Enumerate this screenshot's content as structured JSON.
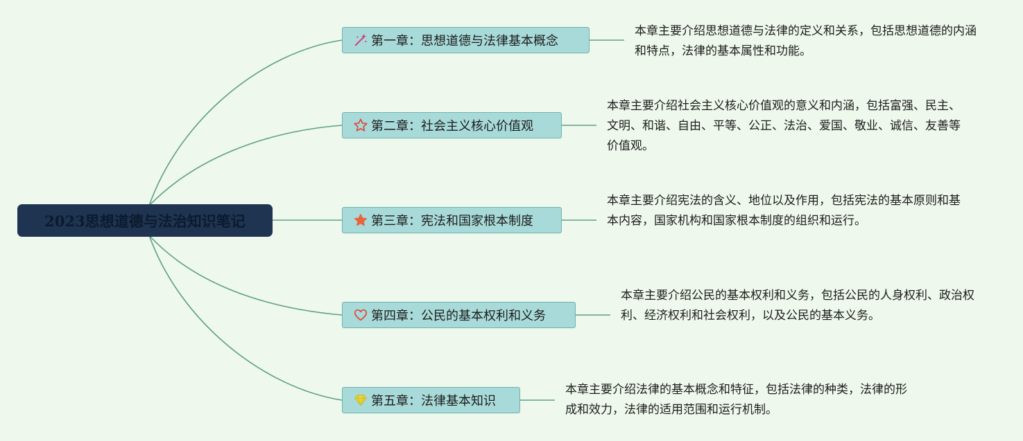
{
  "root": {
    "title": "2023思想道德与法治知识笔记"
  },
  "chapters": [
    {
      "label": "第一章：思想道德与法律基本概念",
      "icon": "magic-wand-icon",
      "icon_color": "#d63384",
      "summary": "本章主要介绍思想道德与法律的定义和关系，包括思想道德的内涵和特点，法律的基本属性和功能。"
    },
    {
      "label": "第二章：社会主义核心价值观",
      "icon": "star-outline-icon",
      "icon_color": "#e0463b",
      "summary": "本章主要介绍社会主义核心价值观的意义和内涵，包括富强、民主、文明、和谐、自由、平等、公正、法治、爱国、敬业、诚信、友善等价值观。"
    },
    {
      "label": "第三章：宪法和国家根本制度",
      "icon": "star-filled-icon",
      "icon_color": "#e8643c",
      "summary": "本章主要介绍宪法的含义、地位以及作用，包括宪法的基本原则和基本内容，国家机构和国家根本制度的组织和运行。"
    },
    {
      "label": "第四章：公民的基本权利和义务",
      "icon": "heart-outline-icon",
      "icon_color": "#e0463b",
      "summary": "本章主要介绍公民的基本权利和义务，包括公民的人身权利、政治权利、经济权利和社会权利，以及公民的基本义务。"
    },
    {
      "label": "第五章：法律基本知识",
      "icon": "diamond-icon",
      "icon_color": "#e6d53c",
      "summary": "本章主要介绍法律的基本概念和特征，包括法律的种类，法律的形成和效力，法律的适用范围和运行机制。"
    }
  ],
  "colors": {
    "background": "#eef8ec",
    "root_fill": "#1e3451",
    "chapter_fill": "#a7dad8",
    "connector": "#5e9e8a"
  }
}
